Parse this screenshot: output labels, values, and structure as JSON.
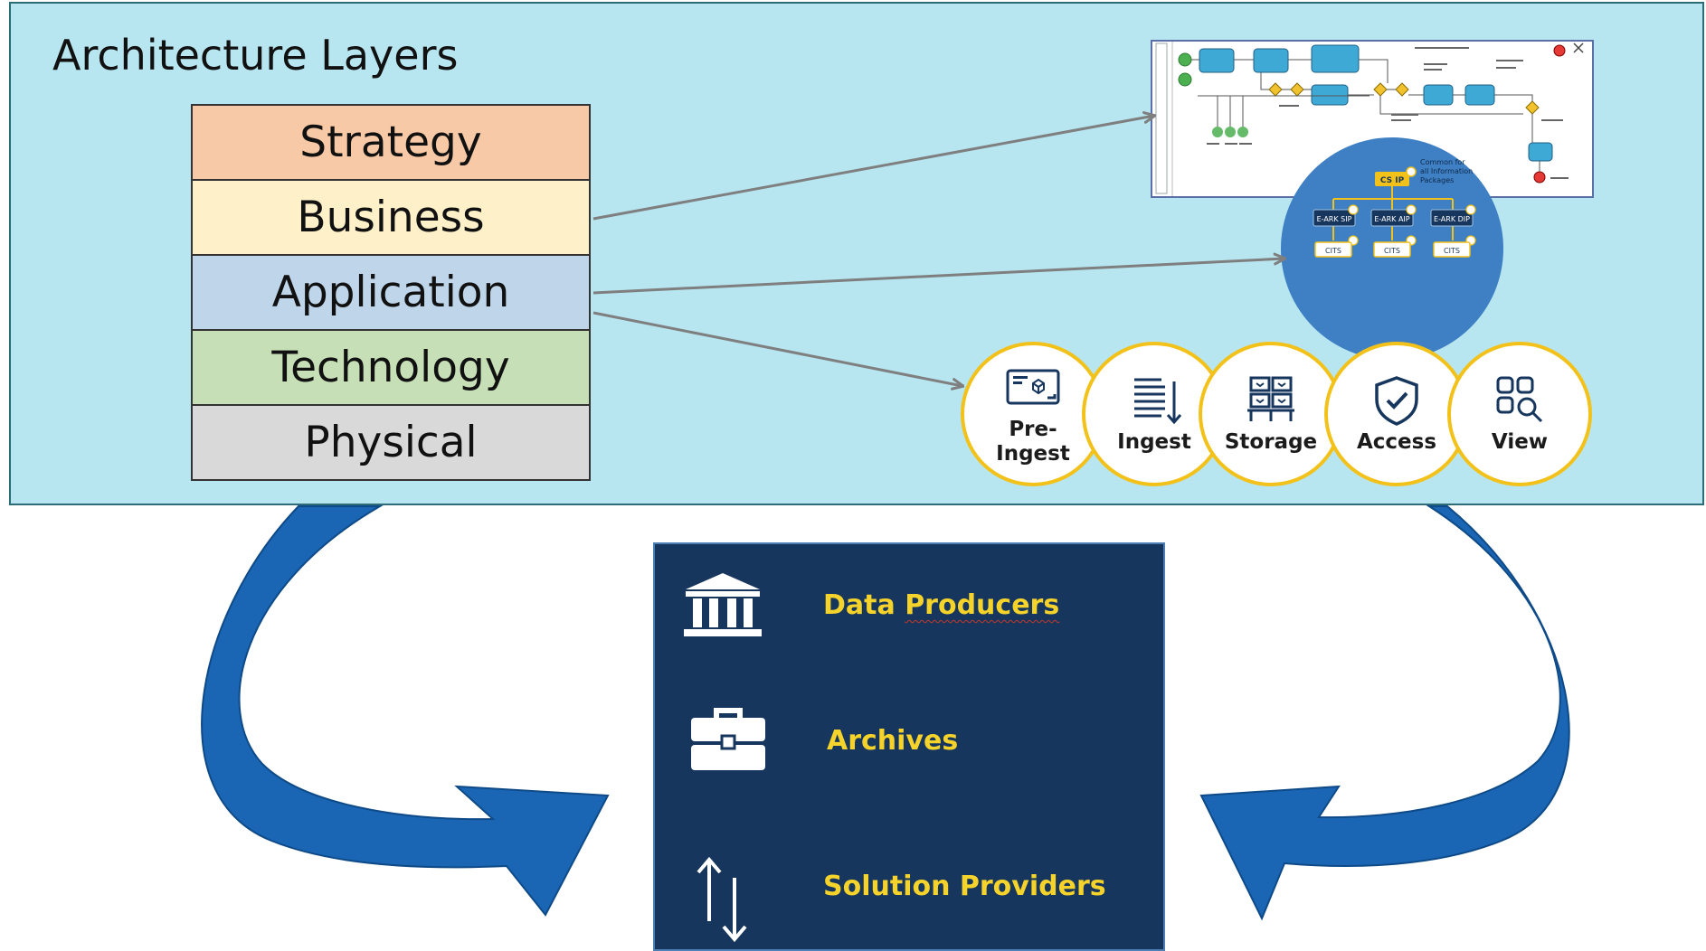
{
  "panel": {
    "title": "Architecture Layers"
  },
  "layers": [
    {
      "label": "Strategy",
      "color": "#f8c9a6"
    },
    {
      "label": "Business",
      "color": "#fef0c9"
    },
    {
      "label": "Application",
      "color": "#bed5ea"
    },
    {
      "label": "Technology",
      "color": "#c6dfb6"
    },
    {
      "label": "Physical",
      "color": "#d9d9d9"
    }
  ],
  "information_packages": {
    "title_lines": [
      "Common for",
      "all Information",
      "Packages"
    ],
    "root": "CS IP",
    "children": [
      "E-ARK SIP",
      "E-ARK AIP",
      "E-ARK DIP"
    ],
    "leaves": [
      "CITS",
      "CITS",
      "CITS"
    ]
  },
  "functions": [
    {
      "label": "Pre-\nIngest",
      "icon": "pre-ingest-icon"
    },
    {
      "label": "Ingest",
      "icon": "ingest-icon"
    },
    {
      "label": "Storage",
      "icon": "storage-icon"
    },
    {
      "label": "Access",
      "icon": "access-shield-icon"
    },
    {
      "label": "View",
      "icon": "view-search-icon"
    }
  ],
  "stakeholders": [
    {
      "label_plain": "Data ",
      "label_marked": "Producers",
      "icon": "institution-icon"
    },
    {
      "label_plain": "Archives",
      "label_marked": "",
      "icon": "briefcase-icon"
    },
    {
      "label_plain": "Solution Providers",
      "label_marked": "",
      "icon": "up-down-arrows-icon"
    }
  ],
  "colors": {
    "panel_bg": "#b7e6f1",
    "stakeholder_bg": "#17365d",
    "stakeholder_text": "#f6d32a",
    "function_ring": "#f3c21a",
    "big_arrows": "#1a66b4",
    "pointer_lines": "#7f7f7f"
  }
}
